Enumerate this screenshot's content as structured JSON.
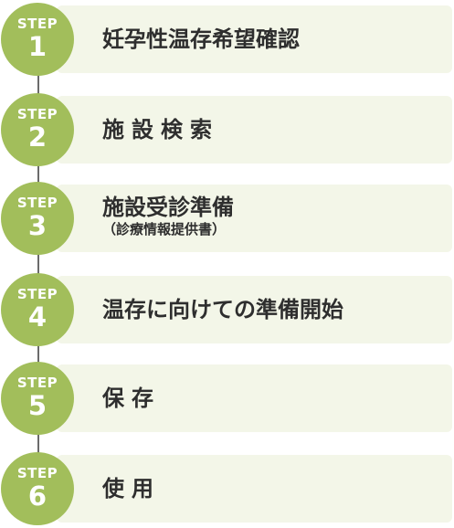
{
  "steps": [
    {
      "label": "STEP",
      "number": "1",
      "title": "妊孕性温存希望確認",
      "subtitle": ""
    },
    {
      "label": "STEP",
      "number": "2",
      "title": "施設検索",
      "subtitle": ""
    },
    {
      "label": "STEP",
      "number": "3",
      "title": "施設受診準備",
      "subtitle": "（診療情報提供書）"
    },
    {
      "label": "STEP",
      "number": "4",
      "title": "温存に向けての準備開始",
      "subtitle": ""
    },
    {
      "label": "STEP",
      "number": "5",
      "title": "保存",
      "subtitle": ""
    },
    {
      "label": "STEP",
      "number": "6",
      "title": "使用",
      "subtitle": ""
    }
  ],
  "colors": {
    "badge": "#a2be5b",
    "card": "#f3f6e8",
    "connector": "#6b6b6b",
    "text": "#2e2e2e"
  }
}
